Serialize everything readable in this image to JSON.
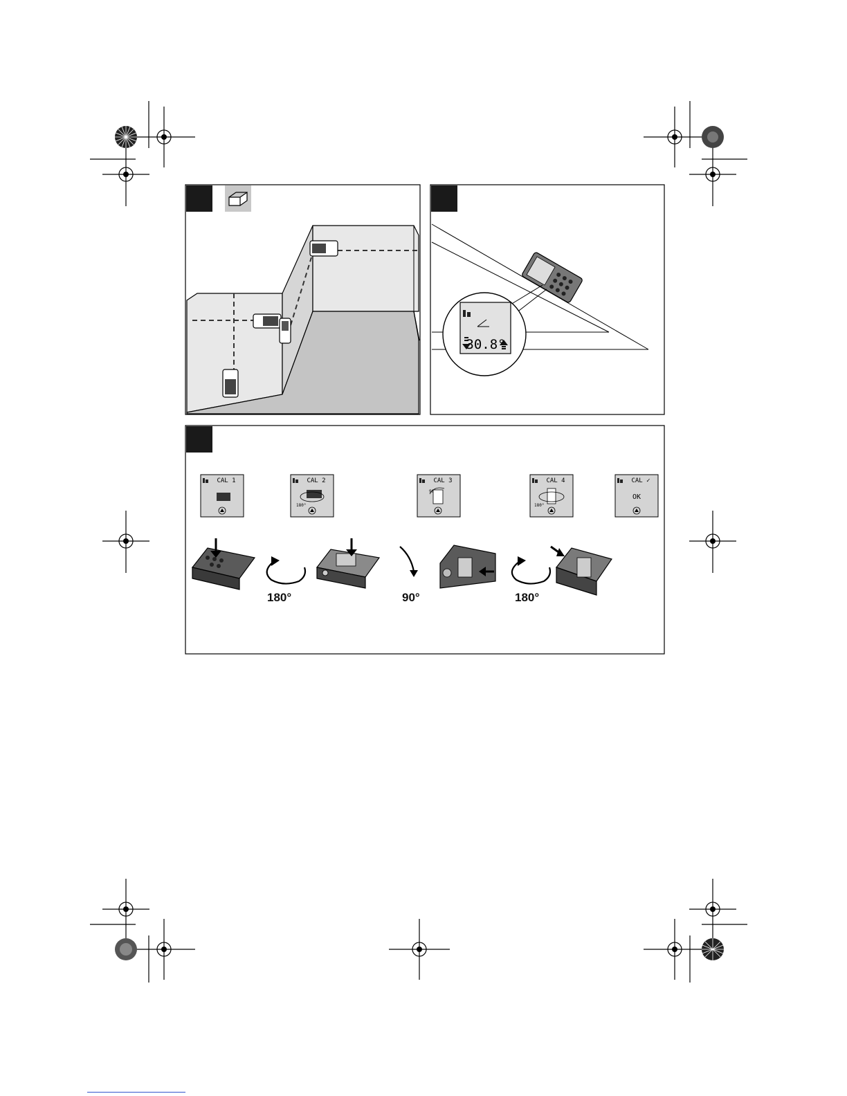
{
  "figure_a": {
    "mode_icon": "wall-area-icon",
    "colors": {
      "panel_bg": "#ffffff",
      "wall": "#e6e6e6",
      "floor": "#c4c4c4",
      "badge": "#1a1a1a"
    }
  },
  "figure_b": {
    "lcd": {
      "value": "30.8°",
      "icon_left": "arrow-down-icon",
      "icon_right": "arrow-up-icon",
      "angle_icon": "angle-icon"
    }
  },
  "figure_c": {
    "screens": [
      {
        "title": "CAL 1",
        "sub": ""
      },
      {
        "title": "CAL 2",
        "sub": "180°"
      },
      {
        "title": "CAL 3",
        "sub": "90°"
      },
      {
        "title": "CAL 4",
        "sub": "180°"
      },
      {
        "title": "CAL ✓",
        "sub": "OK"
      }
    ],
    "rotations": [
      "180°",
      "90°",
      "180°"
    ]
  }
}
